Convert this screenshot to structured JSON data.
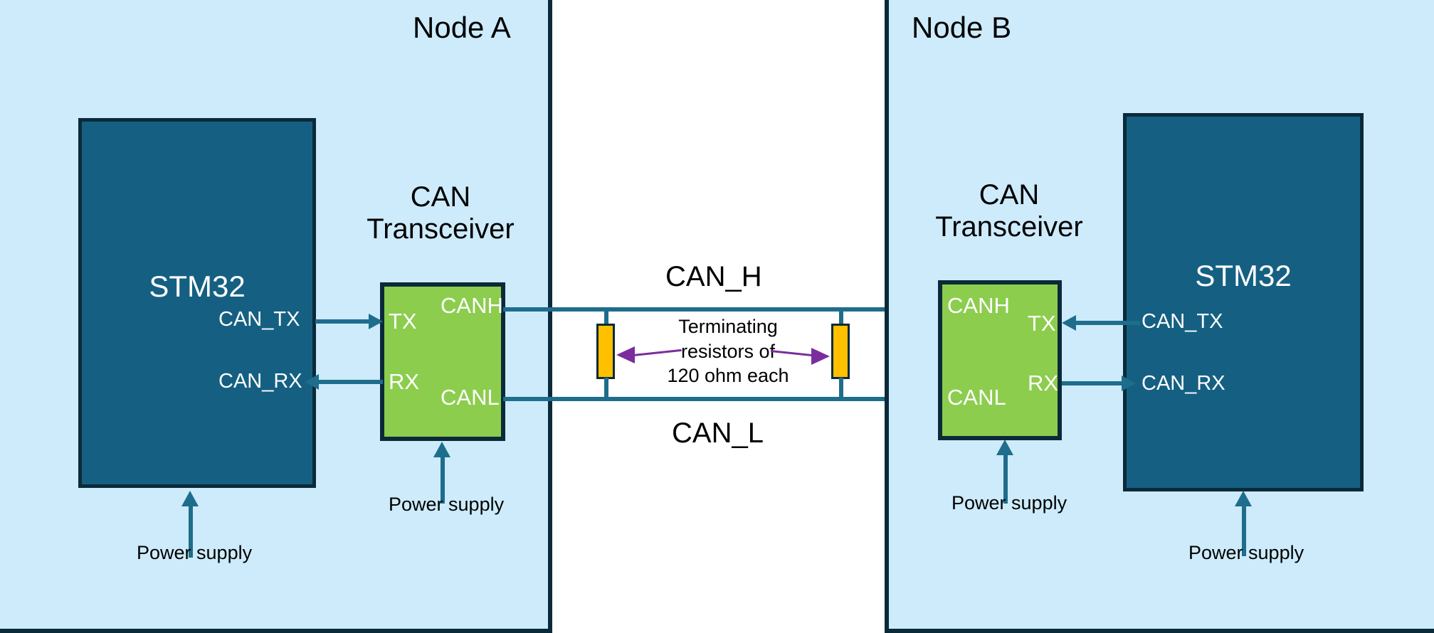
{
  "diagram": {
    "title": "CAN bus two-node topology",
    "colors": {
      "node_background": "#cdebfb",
      "node_border": "#0b2a39",
      "mcu_fill": "#156082",
      "transceiver_fill": "#8ccd4e",
      "wire": "#1f6d8c",
      "resistor_fill": "#ffc000",
      "annotation_arrow": "#7b2d9e",
      "canvas": "#ffffff"
    }
  },
  "node_a": {
    "title": "Node A",
    "mcu": {
      "label": "STM32"
    },
    "transceiver": {
      "title_line1": "CAN",
      "title_line2": "Transceiver"
    },
    "mcu_pins": {
      "tx": "CAN_TX",
      "rx": "CAN_RX"
    },
    "xcvr_pins": {
      "tx": "TX",
      "rx": "RX",
      "canh": "CANH",
      "canl": "CANL"
    },
    "power_mcu": "Power supply",
    "power_xcvr": "Power supply"
  },
  "node_b": {
    "title": "Node B",
    "mcu": {
      "label": "STM32"
    },
    "transceiver": {
      "title_line1": "CAN",
      "title_line2": "Transceiver"
    },
    "mcu_pins": {
      "tx": "CAN_TX",
      "rx": "CAN_RX"
    },
    "xcvr_pins": {
      "tx": "TX",
      "rx": "RX",
      "canh": "CANH",
      "canl": "CANL"
    },
    "power_mcu": "Power supply",
    "power_xcvr": "Power supply"
  },
  "bus": {
    "can_h_label": "CAN_H",
    "can_l_label": "CAN_L",
    "annotation_line1": "Terminating",
    "annotation_line2": "resistors of",
    "annotation_line3": "120 ohm each",
    "resistor_value": "120 ohm",
    "resistor_count": 2
  }
}
